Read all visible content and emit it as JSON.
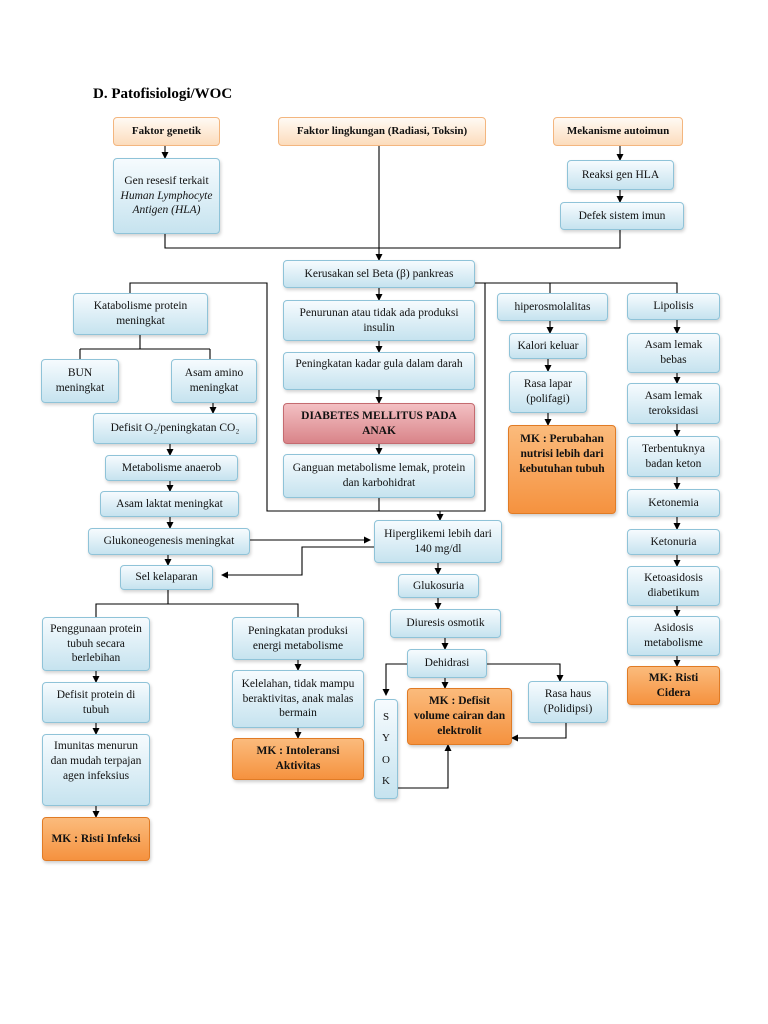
{
  "title": "D. Patofisiologi/WOC",
  "causes": {
    "genetik": "Faktor genetik",
    "lingkungan": "Faktor lingkungan (Radiasi, Toksin)",
    "autoimun": "Mekanisme autoimun"
  },
  "genetic_chain": {
    "gen_line1": "Gen resesif terkait",
    "gen_line2": "Human Lymphocyte Antigen (HLA)"
  },
  "autoimmune_chain": {
    "reaksi": "Reaksi gen HLA",
    "defek": "Defek sistem imun"
  },
  "center": {
    "kerusakan": "Kerusakan sel Beta (β) pankreas",
    "penurunan": "Penurunan atau tidak ada produksi insulin",
    "peningkatan_gula": "Peningkatan kadar gula dalam darah",
    "dm": "DIABETES MELLITUS PADA ANAK",
    "gangguan": "Ganguan metabolisme lemak, protein dan karbohidrat",
    "hiperglikemi": "Hiperglikemi lebih dari 140 mg/dl",
    "glukosuria": "Glukosuria",
    "diuresis": "Diuresis osmotik",
    "dehidrasi": "Dehidrasi",
    "syok": [
      "S",
      "Y",
      "O",
      "K"
    ],
    "mk_cairan": "MK : Defisit volume cairan dan elektrolit",
    "rasa_haus": "Rasa haus (Polidipsi)"
  },
  "left": {
    "katabolisme": "Katabolisme protein meningkat",
    "bun": "BUN meningkat",
    "asam_amino": "Asam amino meningkat",
    "defisit_o2": "Defisit O₂/peningkatan CO₂",
    "metabolisme_anaerob": "Metabolisme anaerob",
    "asam_laktat": "Asam laktat meningkat",
    "glukoneogenesis": "Glukoneogenesis meningkat",
    "sel_kelaparan": "Sel kelaparan",
    "penggunaan_protein": "Penggunaan protein tubuh secara berlebihan",
    "defisit_protein": "Defisit protein di tubuh",
    "imunitas": "Imunitas menurun dan mudah terpajan agen infeksius",
    "mk_infeksi": "MK : Risti Infeksi",
    "peningkatan_energi": "Peningkatan produksi energi metabolisme",
    "kelelahan": "Kelelahan, tidak mampu beraktivitas, anak malas bermain",
    "mk_intoleransi": "MK : Intoleransi Aktivitas"
  },
  "right": {
    "hiperosmolalitas": "hiperosmolalitas",
    "kalori": "Kalori keluar",
    "rasa_lapar": "Rasa lapar (polifagi)",
    "mk_nutrisi": "MK : Perubahan nutrisi lebih dari kebutuhan tubuh",
    "lipolisis": "Lipolisis",
    "asam_lemak_bebas": "Asam lemak bebas",
    "asam_lemak_teroksidasi": "Asam lemak teroksidasi",
    "terbentuknya_keton": "Terbentuknya badan keton",
    "ketonemia": "Ketonemia",
    "ketonuria": "Ketonuria",
    "ketoasidosis": "Ketoasidosis diabetikum",
    "asidosis": "Asidosis metabolisme",
    "mk_cidera": "MK: Risti Cidera"
  },
  "colors": {
    "box_fill": "#c6e3ef",
    "box_border": "#8fc3d8",
    "cause_fill": "#fcdcbc",
    "dm_fill": "#d98489",
    "mk_fill": "#f5923f",
    "line": "#000000"
  }
}
